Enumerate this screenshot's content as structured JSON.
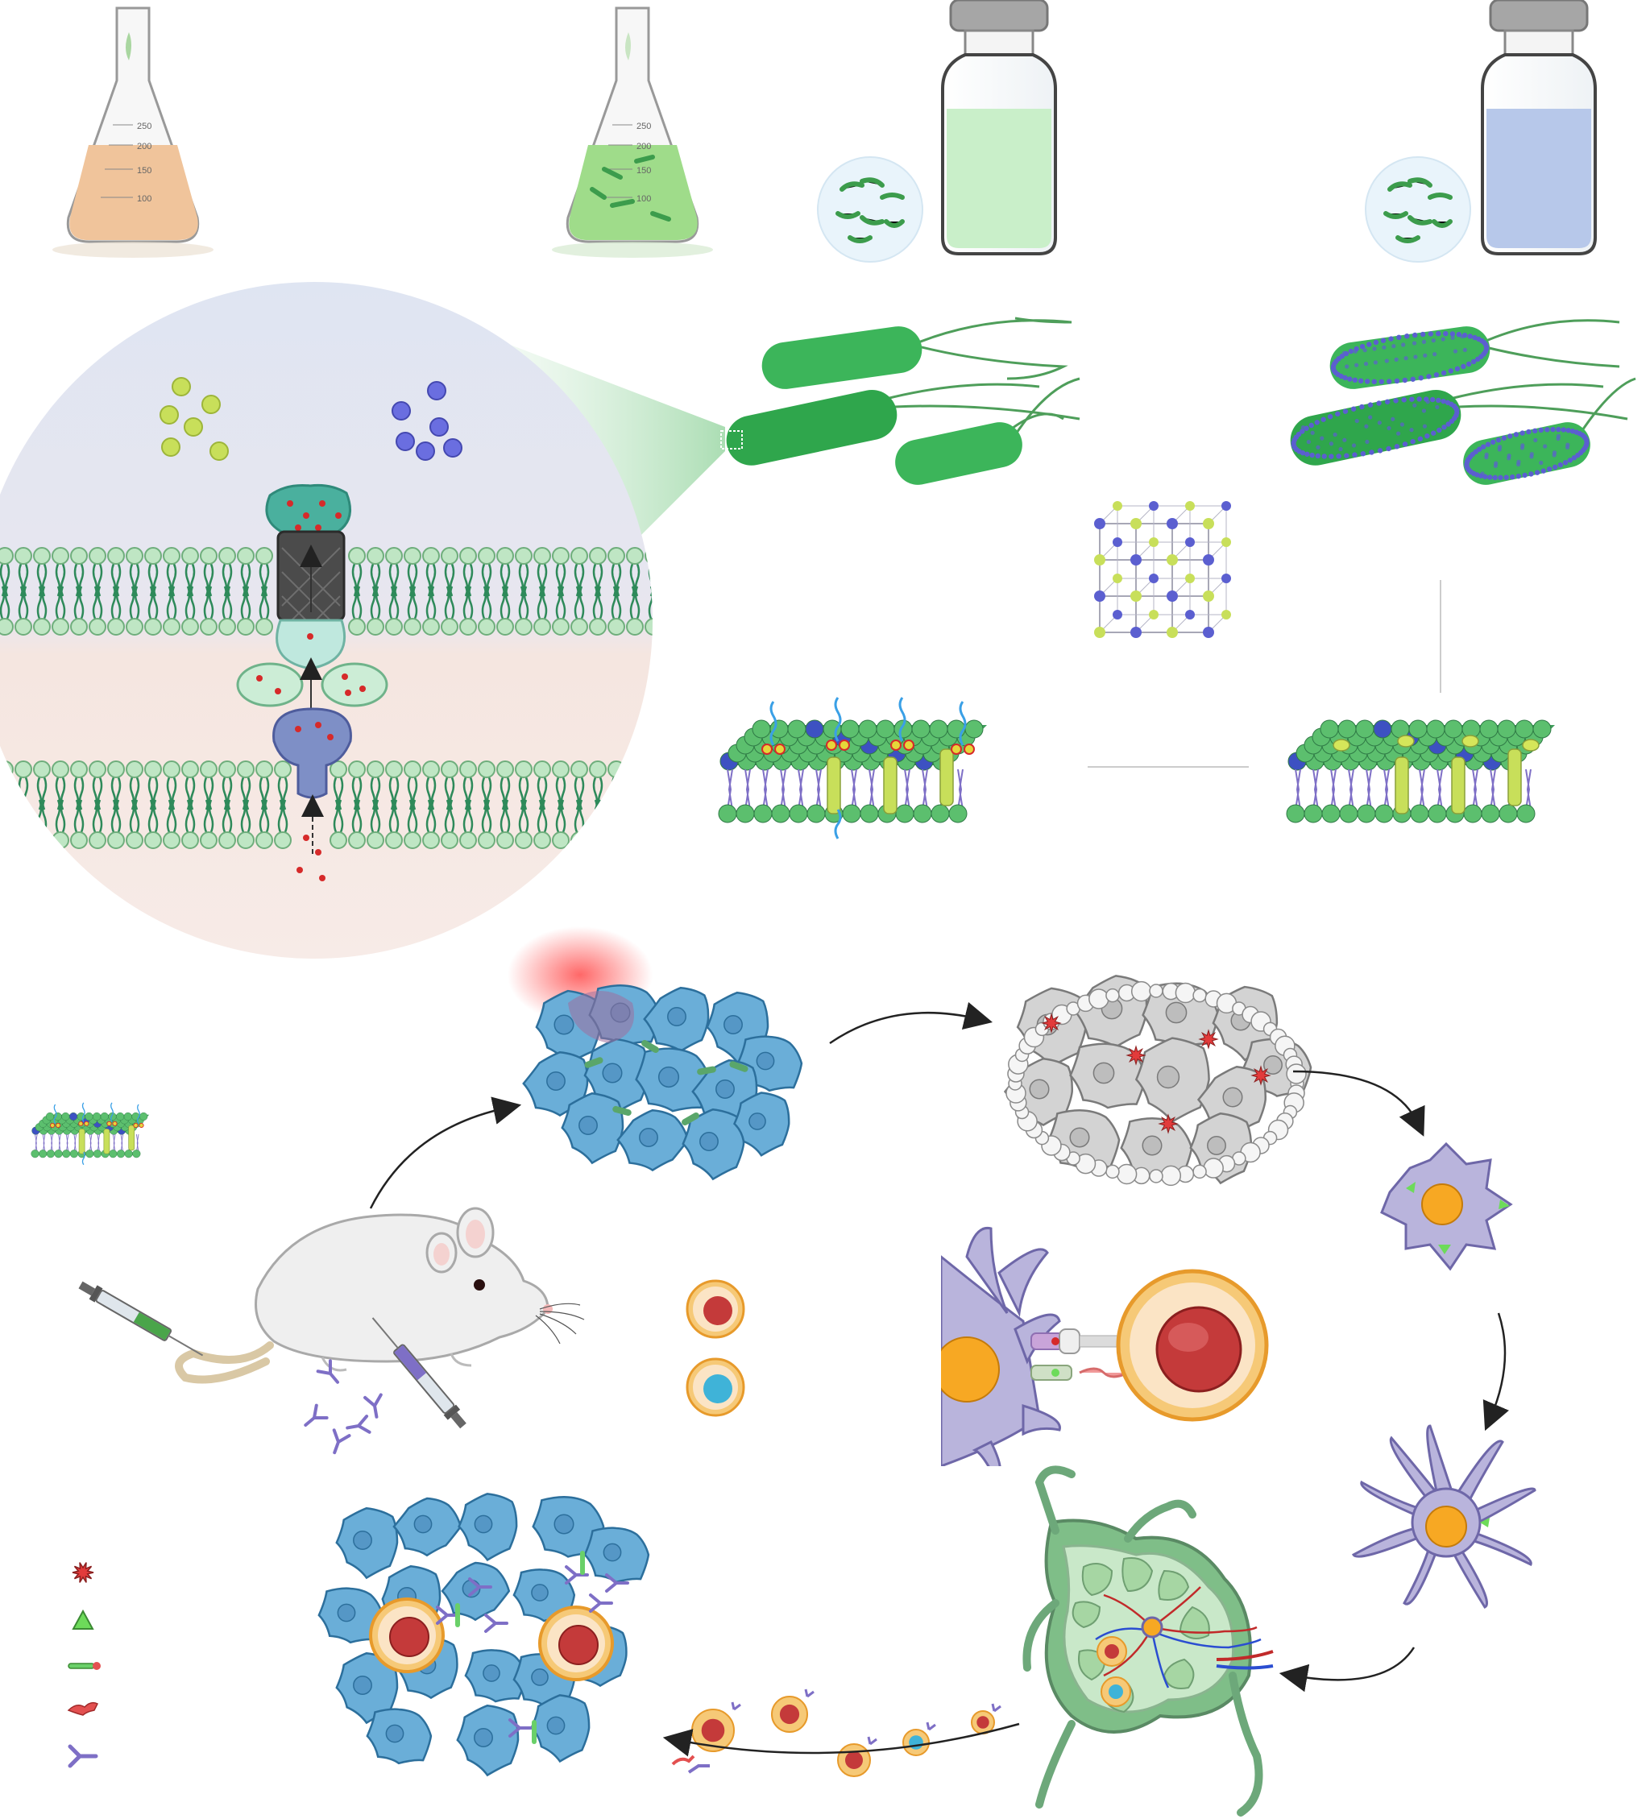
{
  "flasks": [
    {
      "id": "flask-empty-medium",
      "liquid": "#f0c49b",
      "graduations": [
        "250",
        "200",
        "150",
        "100"
      ]
    },
    {
      "id": "flask-bacteria-culture",
      "liquid": "#9fdc8a",
      "graduations": [
        "250",
        "200",
        "150",
        "100"
      ]
    }
  ],
  "vials": [
    {
      "id": "vial-green",
      "liquid": "#c9efc9"
    },
    {
      "id": "vial-blue",
      "liquid": "#b7c8ea"
    }
  ],
  "legend_icons": [
    "red-star-icon",
    "green-triangle-icon",
    "green-pin-icon",
    "red-receptor-icon",
    "purple-antibody-icon"
  ],
  "colors": {
    "membrane_head": "#bfe6c4",
    "membrane_tail": "#2e8a5a",
    "bacteria_green": "#3cb55a",
    "tumor_blue": "#6aaed8",
    "dead_cell_gray": "#c8c8c8",
    "dendritic_purple": "#b9b4dc",
    "tcell_ring": "#f6c977",
    "tcell_nucleus": "#c43a3a",
    "arrow": "#222222",
    "ion_yellow": "#c8df5a",
    "ion_blue": "#5b5fd0"
  }
}
